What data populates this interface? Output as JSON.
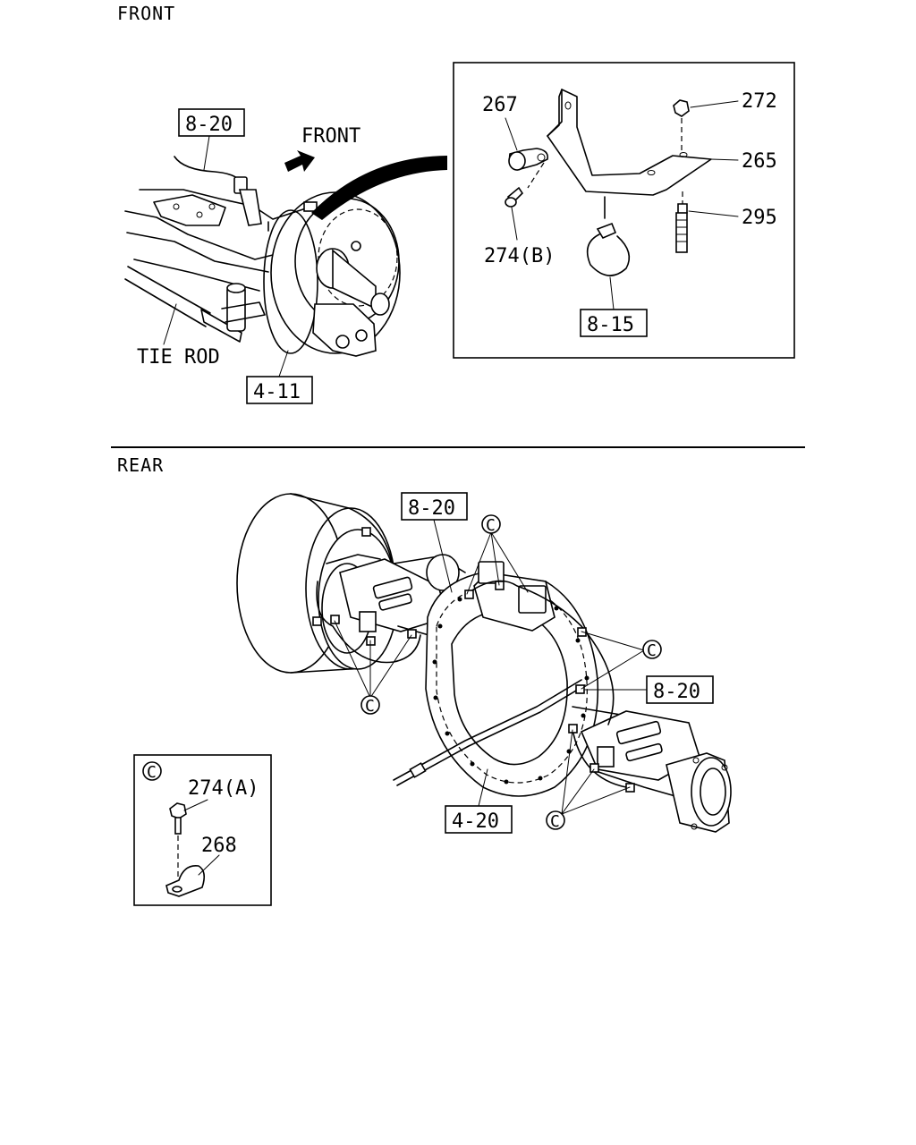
{
  "sections": {
    "front": "FRONT",
    "rear": "REAR"
  },
  "front": {
    "direction_label": "FRONT",
    "tie_rod": "TIE ROD",
    "refs": {
      "ref_8_20": "8-20",
      "ref_4_11": "4-11",
      "ref_8_15": "8-15"
    },
    "parts": {
      "p267": "267",
      "p272": "272",
      "p265": "265",
      "p295": "295",
      "p274b": "274(B)"
    }
  },
  "rear": {
    "refs": {
      "ref_8_20_top": "8-20",
      "ref_8_20_right": "8-20",
      "ref_4_20": "4-20"
    },
    "callout": "C"
  },
  "detail_c": {
    "marker": "C",
    "p274a": "274(A)",
    "p268": "268"
  }
}
